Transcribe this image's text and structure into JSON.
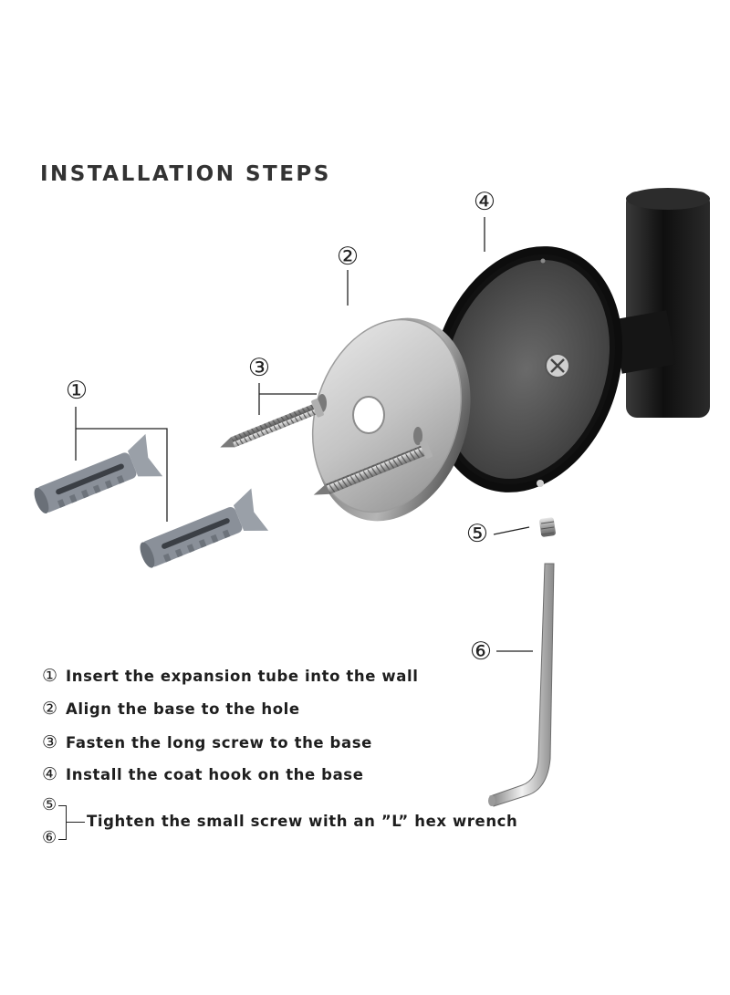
{
  "title": "INSTALLATION STEPS",
  "callouts": {
    "c1": "①",
    "c2": "②",
    "c3": "③",
    "c4": "④",
    "c5": "⑤",
    "c6": "⑥"
  },
  "parts": {
    "anchor_icon": "expansion-tube-icon",
    "base_icon": "base-plate-icon",
    "screw_icon": "long-screw-icon",
    "hook_icon": "coat-hook-icon",
    "set_screw_icon": "small-screw-icon",
    "wrench_icon": "hex-wrench-icon"
  },
  "steps": [
    {
      "num": "①",
      "text": "Insert the expansion tube into the wall"
    },
    {
      "num": "②",
      "text": "Align the base to the hole"
    },
    {
      "num": "③",
      "text": "Fasten the long screw to the base"
    },
    {
      "num": "④",
      "text": "Install the coat hook on the base"
    }
  ],
  "final_step": {
    "num_a": "⑤",
    "num_b": "⑥",
    "text": "Tighten the small screw with an ”L” hex wrench"
  },
  "colors": {
    "hook_black": "#1a1a1a",
    "steel": "#b8b8b8",
    "anchor_grey": "#8a9099",
    "text": "#1e1e1e"
  }
}
